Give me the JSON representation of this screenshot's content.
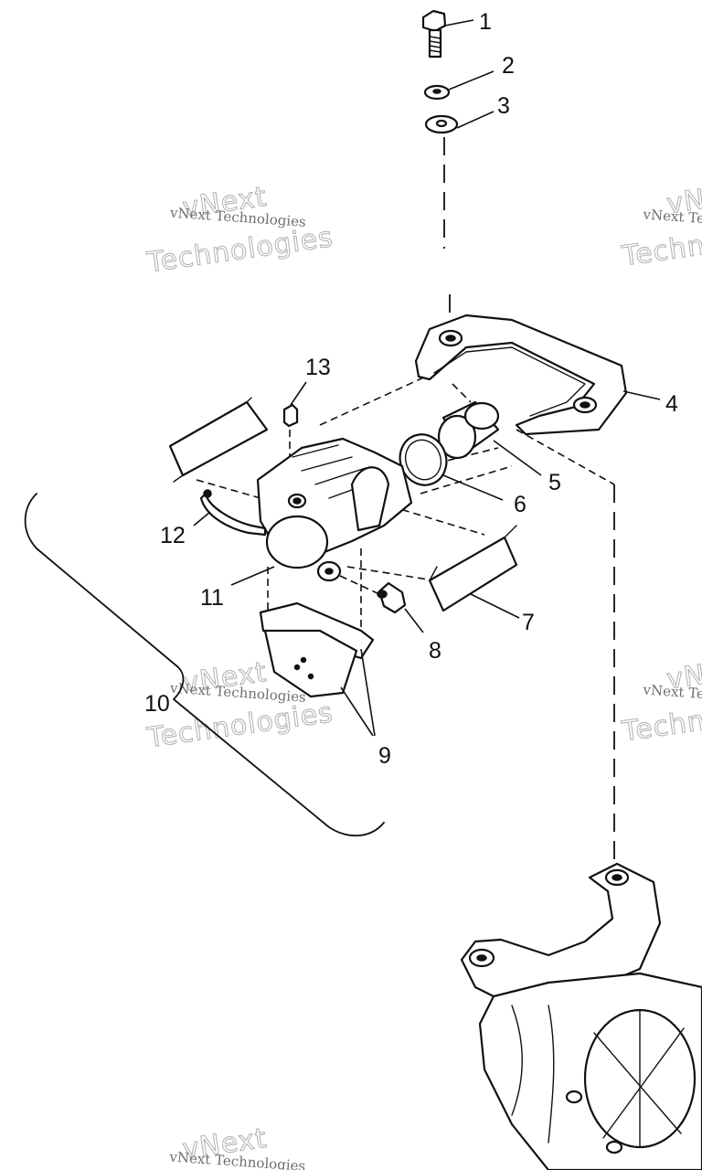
{
  "watermark": {
    "line1": "vNext Technologies",
    "line2": "vNext",
    "line3": "Technologies"
  },
  "callouts": [
    {
      "id": "1",
      "label": "1"
    },
    {
      "id": "2",
      "label": "2"
    },
    {
      "id": "3",
      "label": "3"
    },
    {
      "id": "4",
      "label": "4"
    },
    {
      "id": "5",
      "label": "5"
    },
    {
      "id": "6",
      "label": "6"
    },
    {
      "id": "7",
      "label": "7"
    },
    {
      "id": "8",
      "label": "8"
    },
    {
      "id": "9",
      "label": "9"
    },
    {
      "id": "10",
      "label": "10"
    },
    {
      "id": "11",
      "label": "11"
    },
    {
      "id": "12",
      "label": "12"
    },
    {
      "id": "13",
      "label": "13"
    }
  ]
}
